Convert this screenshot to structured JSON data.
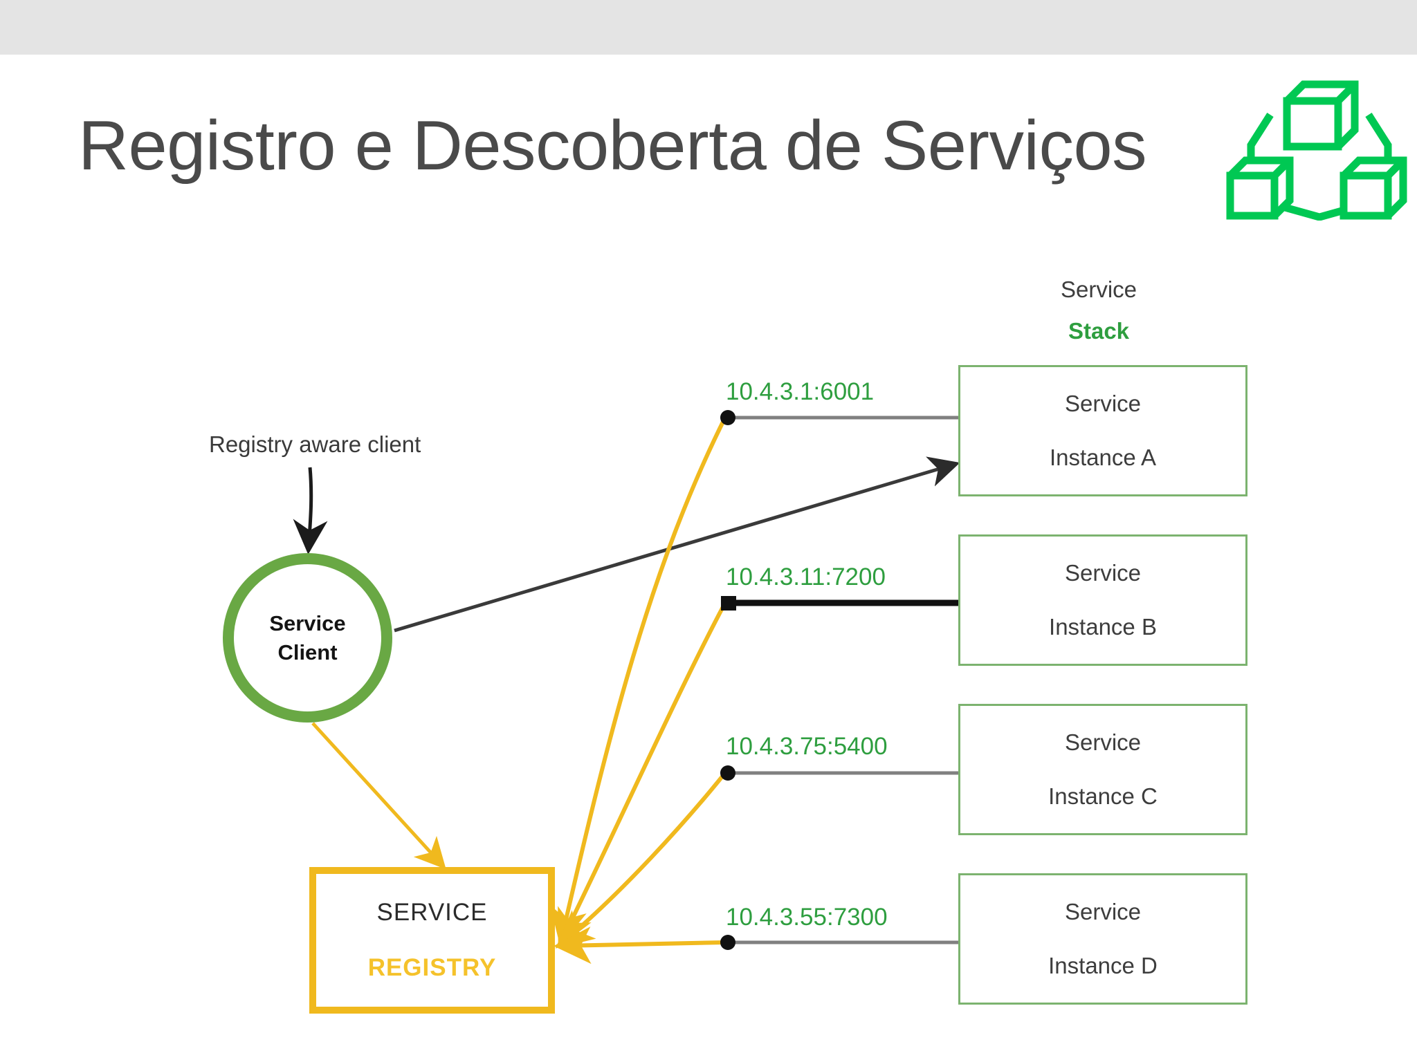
{
  "slide": {
    "title": "Registro e Descoberta de Serviços",
    "logo_name": "microservices-cubes-logo",
    "logo_color": "#00c853",
    "topbar_color": "#e4e4e4",
    "title_color": "#4a4a4a"
  },
  "diagram": {
    "client": {
      "annotation": "Registry aware client",
      "label_line1": "Service",
      "label_line2": "Client",
      "circle_color": "#69a844"
    },
    "registry": {
      "label_line1": "SERVICE",
      "label_line2": "REGISTRY",
      "border_color": "#f0b91e",
      "accent_color": "#f5c22b"
    },
    "stack": {
      "header_line1": "Service",
      "header_line2": "Stack",
      "border_color": "#59a14f",
      "accent_color": "#2e9e3f",
      "instances": [
        {
          "line1": "Service",
          "line2": "Instance A",
          "address": "10.4.3.1:6001"
        },
        {
          "line1": "Service",
          "line2": "Instance B",
          "address": "10.4.3.11:7200"
        },
        {
          "line1": "Service",
          "line2": "Instance C",
          "address": "10.4.3.75:5400"
        },
        {
          "line1": "Service",
          "line2": "Instance D",
          "address": "10.4.3.55:7300"
        }
      ]
    },
    "connections": {
      "registration_arrow_color": "#f0b91e",
      "lookup_arrow_color": "#3a3a3a"
    }
  }
}
